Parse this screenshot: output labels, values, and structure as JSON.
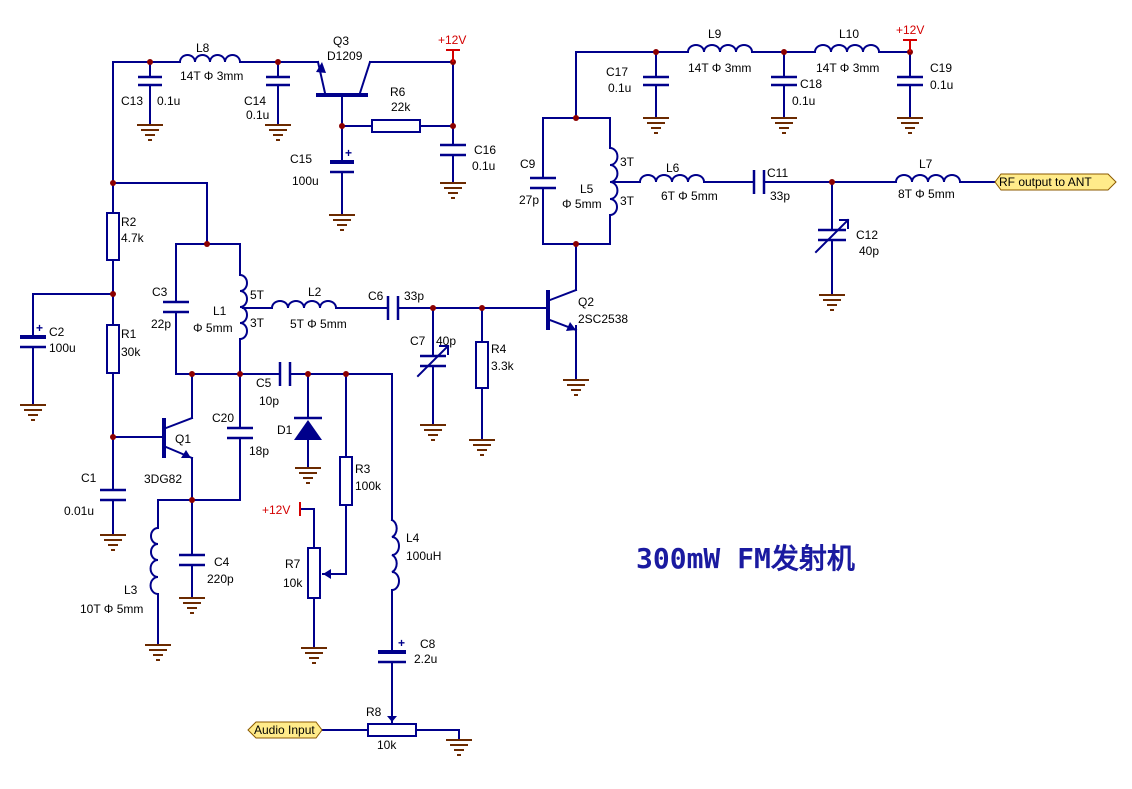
{
  "title": "300mW FM发射机",
  "ports": {
    "audio_input": "Audio Input",
    "rf_output": "RF output to ANT"
  },
  "supply": {
    "q3": "+12V",
    "l10": "+12V",
    "r7": "+12V"
  },
  "components": {
    "L8": {
      "ref": "L8",
      "value": "14T Φ 3mm"
    },
    "L9": {
      "ref": "L9",
      "value": "14T Φ 3mm"
    },
    "L10": {
      "ref": "L10",
      "value": "14T Φ 3mm"
    },
    "C13": {
      "ref": "C13",
      "value": "0.1u"
    },
    "C14": {
      "ref": "C14",
      "value": "0.1u"
    },
    "C15": {
      "ref": "C15",
      "value": "100u"
    },
    "C16": {
      "ref": "C16",
      "value": "0.1u"
    },
    "C17": {
      "ref": "C17",
      "value": "0.1u"
    },
    "C18": {
      "ref": "C18",
      "value": "0.1u"
    },
    "C19": {
      "ref": "C19",
      "value": "0.1u"
    },
    "Q3": {
      "ref": "Q3",
      "value": "D1209"
    },
    "R6": {
      "ref": "R6",
      "value": "22k"
    },
    "R2": {
      "ref": "R2",
      "value": "4.7k"
    },
    "R1": {
      "ref": "R1",
      "value": "30k"
    },
    "C2": {
      "ref": "C2",
      "value": "100u"
    },
    "C3": {
      "ref": "C3",
      "value": "22p"
    },
    "L1": {
      "ref": "L1",
      "value": "Φ 5mm",
      "tap_top": "5T",
      "tap_bottom": "3T"
    },
    "L2": {
      "ref": "L2",
      "value": "5T Φ 5mm"
    },
    "C6": {
      "ref": "C6",
      "value": "33p"
    },
    "C7": {
      "ref": "C7",
      "value": "40p"
    },
    "R4": {
      "ref": "R4",
      "value": "3.3k"
    },
    "Q2": {
      "ref": "Q2",
      "value": "2SC2538"
    },
    "C9": {
      "ref": "C9",
      "value": "27p"
    },
    "L5": {
      "ref": "L5",
      "value": "Φ 5mm",
      "tap_top": "3T",
      "tap_bottom": "3T"
    },
    "L6": {
      "ref": "L6",
      "value": "6T Φ 5mm"
    },
    "C11": {
      "ref": "C11",
      "value": "33p"
    },
    "L7": {
      "ref": "L7",
      "value": "8T Φ 5mm"
    },
    "C12": {
      "ref": "C12",
      "value": "40p"
    },
    "C5": {
      "ref": "C5",
      "value": "10p"
    },
    "D1": {
      "ref": "D1",
      "value": ""
    },
    "C20": {
      "ref": "C20",
      "value": "18p"
    },
    "Q1": {
      "ref": "Q1",
      "value": "3DG82"
    },
    "C1": {
      "ref": "C1",
      "value": "0.01u"
    },
    "C4": {
      "ref": "C4",
      "value": "220p"
    },
    "L3": {
      "ref": "L3",
      "value": "10T Φ 5mm"
    },
    "R3": {
      "ref": "R3",
      "value": "100k"
    },
    "R7": {
      "ref": "R7",
      "value": "10k"
    },
    "L4": {
      "ref": "L4",
      "value": "100uH"
    },
    "C8": {
      "ref": "C8",
      "value": "2.2u"
    },
    "R8": {
      "ref": "R8",
      "value": "10k"
    }
  }
}
